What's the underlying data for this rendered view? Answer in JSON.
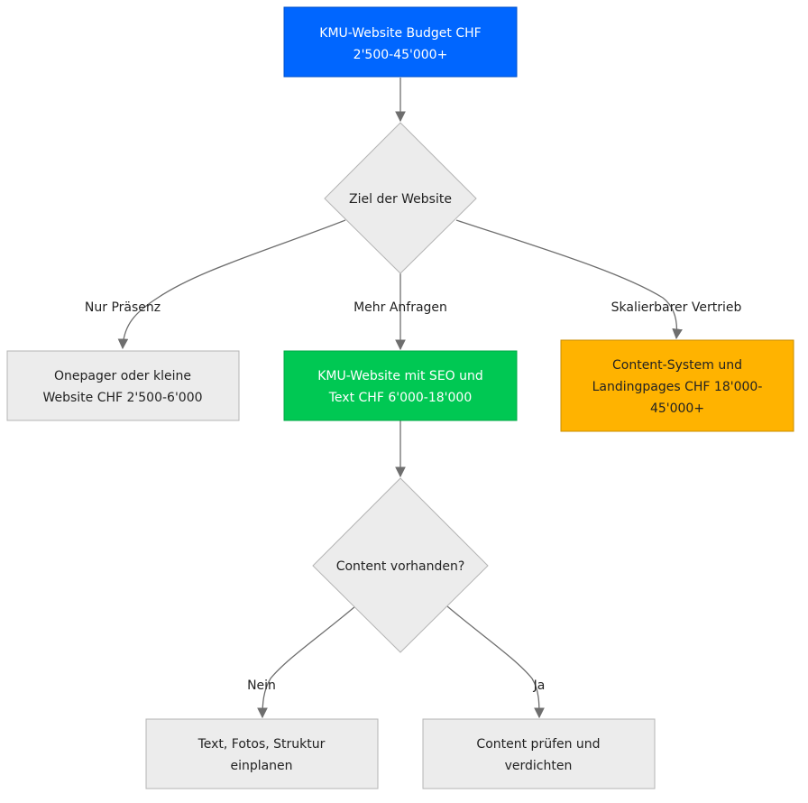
{
  "nodes": [
    {
      "id": "start",
      "shape": "rect",
      "lines": [
        "KMU-Website Budget CHF",
        "2'500-45'000+"
      ],
      "fill": "#0066ff",
      "stroke": "#0050c8",
      "text_color": "#ffffff"
    },
    {
      "id": "goal",
      "shape": "diamond",
      "lines": [
        "Ziel der Website"
      ],
      "fill": "#ececec",
      "stroke": "#b4b4b4",
      "text_color": "#222222"
    },
    {
      "id": "onepager",
      "shape": "rect",
      "lines": [
        "Onepager oder kleine",
        "Website CHF 2'500-6'000"
      ],
      "fill": "#ececec",
      "stroke": "#b4b4b4",
      "text_color": "#222222"
    },
    {
      "id": "seo",
      "shape": "rect",
      "lines": [
        "KMU-Website mit SEO und",
        "Text CHF 6'000-18'000"
      ],
      "fill": "#00c853",
      "stroke": "#00a844",
      "text_color": "#ffffff"
    },
    {
      "id": "content-system",
      "shape": "rect",
      "lines": [
        "Content-System und",
        "Landingpages CHF 18'000-",
        "45'000+"
      ],
      "fill": "#ffb300",
      "stroke": "#c98d00",
      "text_color": "#222222"
    },
    {
      "id": "content-check",
      "shape": "diamond",
      "lines": [
        "Content vorhanden?"
      ],
      "fill": "#ececec",
      "stroke": "#b4b4b4",
      "text_color": "#222222"
    },
    {
      "id": "plan",
      "shape": "rect",
      "lines": [
        "Text, Fotos, Struktur",
        "einplanen"
      ],
      "fill": "#ececec",
      "stroke": "#b4b4b4",
      "text_color": "#222222"
    },
    {
      "id": "review",
      "shape": "rect",
      "lines": [
        "Content prüfen und",
        "verdichten"
      ],
      "fill": "#ececec",
      "stroke": "#b4b4b4",
      "text_color": "#222222"
    }
  ],
  "edges": [
    {
      "from": "start",
      "to": "goal",
      "label": ""
    },
    {
      "from": "goal",
      "to": "onepager",
      "label": "Nur Präsenz"
    },
    {
      "from": "goal",
      "to": "seo",
      "label": "Mehr Anfragen"
    },
    {
      "from": "goal",
      "to": "content-system",
      "label": "Skalierbarer Vertrieb"
    },
    {
      "from": "seo",
      "to": "content-check",
      "label": ""
    },
    {
      "from": "content-check",
      "to": "plan",
      "label": "Nein"
    },
    {
      "from": "content-check",
      "to": "review",
      "label": "Ja"
    }
  ]
}
